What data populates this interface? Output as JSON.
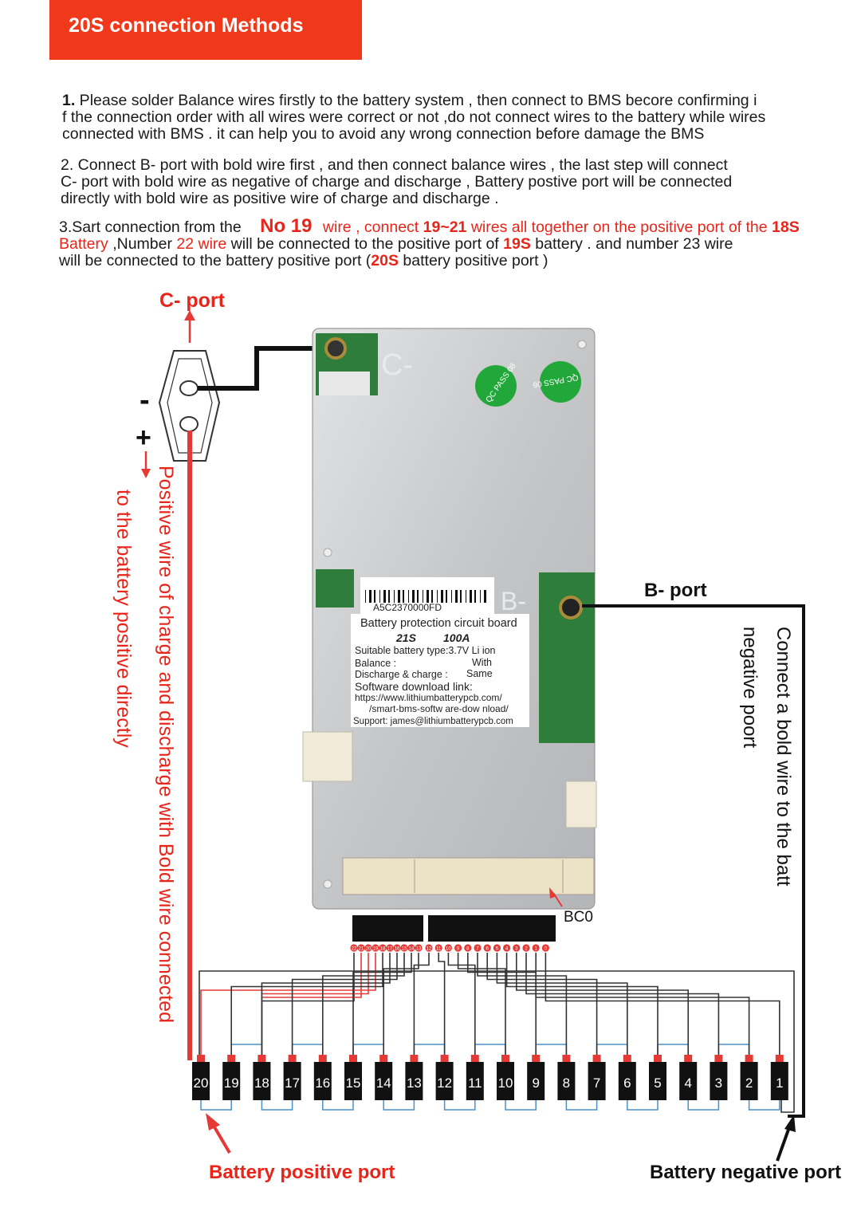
{
  "header": {
    "title": "20S connection Methods"
  },
  "instructions": {
    "p1": {
      "num": "1.",
      "lines": [
        " Please solder Balance wires firstly to the battery system , then connect to BMS becore confirming i",
        "f the connection order with all wires were correct or not ,do not connect wires to the battery while wires",
        "connected with BMS . it can help you to avoid any wrong connection before damage the BMS"
      ]
    },
    "p2": {
      "lines": [
        "2. Connect B- port with bold wire first , and then connect balance wires , the last step will connect",
        " C- port with bold wire as negative of charge and discharge , Battery postive port will be connected",
        "directly with bold wire as positive wire of charge and discharge ."
      ]
    },
    "p3": {
      "l1a": "3.Sart connection from the ",
      "l1b": "No 19",
      "l1c": "  wire , connect ",
      "l1d": "19~21",
      "l1e": " wires all together on the positive port of the ",
      "l1f": "18S",
      "l2a": "Battery",
      "l2b": " ,Number ",
      "l2c": "22 wire",
      "l2d": " will be connected to the positive port of ",
      "l2e": "19S",
      "l2f": " battery . and number 23 wire",
      "l3a": "will be connected to the battery positive port (",
      "l3b": "20S",
      "l3c": "  battery positive port )"
    }
  },
  "diagram": {
    "c_port_label": "C- port",
    "minus_sign": "-",
    "plus_sign": "+",
    "b_port_label": "B- port",
    "positive_wire_label": "Positive wire of charge and discharge with Bold wire connected",
    "to_battery_label": "to the battery positive directly",
    "negative_wire_label": "Connect a bold wire to the batt",
    "negative_poort_label": "negative poort",
    "bc0_label": "BC0",
    "battery_positive_label": "Battery positive port",
    "battery_negative_label": "Battery negative port",
    "board": {
      "c_silk": "C-",
      "b_silk": "B-",
      "stamp1": "QC PASS 08",
      "stamp2": "QC PASS 06",
      "barcode": "A5C2370000FD",
      "label_title": "Battery protection circuit board",
      "label_model": "21S",
      "label_current": "100A",
      "label_type": "Suitable battery type:3.7V  Li ion",
      "label_balance": "Balance :",
      "label_balance_val": "With",
      "label_dc": "Discharge & charge :",
      "label_dc_val": "Same",
      "label_sw": "Software download link:",
      "label_url1": "https://www.lithiumbatterypcb.com/",
      "label_url2": "/smart-bms-softw are-dow nload/",
      "label_support": "Support: james@lithiumbatterypcb.com"
    },
    "pin_labels": [
      "22",
      "21",
      "20",
      "19",
      "18",
      "17",
      "16",
      "15",
      "14",
      "13",
      "12",
      "11",
      "10",
      "9",
      "8",
      "7",
      "6",
      "5",
      "4",
      "3",
      "2",
      "1",
      "0"
    ],
    "cells": [
      "20",
      "19",
      "18",
      "17",
      "16",
      "15",
      "14",
      "13",
      "12",
      "11",
      "10",
      "9",
      "8",
      "7",
      "6",
      "5",
      "4",
      "3",
      "2",
      "1"
    ]
  },
  "colors": {
    "accent": "#f0391a",
    "red_text": "#e8251a",
    "wire_red": "#e53935",
    "wire_black": "#111111",
    "board_metal": "#c9cbcd",
    "pcb_green": "#2f7d3a"
  }
}
